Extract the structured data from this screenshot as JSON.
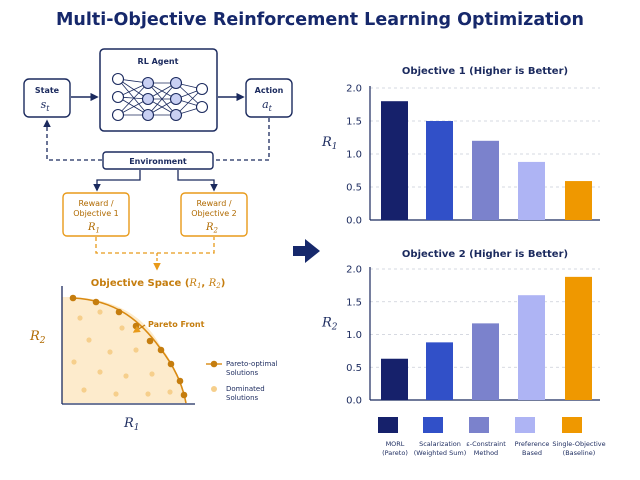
{
  "title": "Multi-Objective Reinforcement Learning Optimization",
  "diagram": {
    "agent_label": "RL Agent",
    "state_label": "State",
    "state_symbol": "s",
    "state_sub": "t",
    "action_label": "Action",
    "action_symbol": "a",
    "action_sub": "t",
    "environment_label": "Environment",
    "reward1_line1": "Reward /",
    "reward1_line2": "Objective 1",
    "reward1_symbol": "R",
    "reward1_sub": "1",
    "reward2_line1": "Reward /",
    "reward2_line2": "Objective 2",
    "reward2_symbol": "R",
    "reward2_sub": "2",
    "space_title_prefix": "Objective Space (",
    "space_sym1": "R",
    "space_sub1": "1",
    "space_sep": ", ",
    "space_sym2": "R",
    "space_sub2": "2",
    "space_title_suffix": ")",
    "pareto_front_label": "Pareto Front",
    "axis_x_symbol": "R",
    "axis_x_sub": "1",
    "axis_y_symbol": "R",
    "axis_y_sub": "2",
    "legend_optimal_line1": "Pareto-optimal",
    "legend_optimal_line2": "Solutions",
    "legend_dominated_line1": "Dominated",
    "legend_dominated_line2": "Solutions",
    "colors": {
      "navy": "#1b2a5e",
      "orange": "#e89a1a",
      "orange_dark": "#c57d0e",
      "region_fill": "#fdebcc",
      "dominated": "#f6cf8c"
    }
  },
  "chart_data": [
    {
      "type": "bar",
      "title": "Objective 1 (Higher is Better)",
      "ylabel_symbol": "R",
      "ylabel_sub": "1",
      "ylim": [
        0,
        2.0
      ],
      "yticks": [
        "0.0",
        "0.5",
        "1.0",
        "1.5",
        "2.0"
      ],
      "grid": true,
      "categories": [
        "MORL (Pareto)",
        "Scalarization (Weighted Sum)",
        "ε-Constraint Method",
        "Preference Based",
        "Single-Objective (Baseline)"
      ],
      "values": [
        1.8,
        1.5,
        1.2,
        0.88,
        0.59
      ]
    },
    {
      "type": "bar",
      "title": "Objective 2 (Higher is Better)",
      "ylabel_symbol": "R",
      "ylabel_sub": "2",
      "ylim": [
        0,
        2.0
      ],
      "yticks": [
        "0.0",
        "0.5",
        "1.0",
        "1.5",
        "2.0"
      ],
      "grid": true,
      "categories": [
        "MORL (Pareto)",
        "Scalarization (Weighted Sum)",
        "ε-Constraint Method",
        "Preference Based",
        "Single-Objective (Baseline)"
      ],
      "values": [
        0.63,
        0.88,
        1.17,
        1.6,
        1.88
      ]
    }
  ],
  "legend": [
    {
      "line1": "MORL",
      "line2": "(Pareto)",
      "color": "#16216b"
    },
    {
      "line1": "Scalarization",
      "line2": "(Weighted Sum)",
      "color": "#3150c8"
    },
    {
      "line1": "ε-Constraint",
      "line2": "Method",
      "color": "#7b82cc"
    },
    {
      "line1": "Preference",
      "line2": "Based",
      "color": "#aeb4f4"
    },
    {
      "line1": "Single-Objective",
      "line2": "(Baseline)",
      "color": "#ef9800"
    }
  ],
  "bar_colors": [
    "#16216b",
    "#3150c8",
    "#7b82cc",
    "#aeb4f4",
    "#ef9800"
  ]
}
